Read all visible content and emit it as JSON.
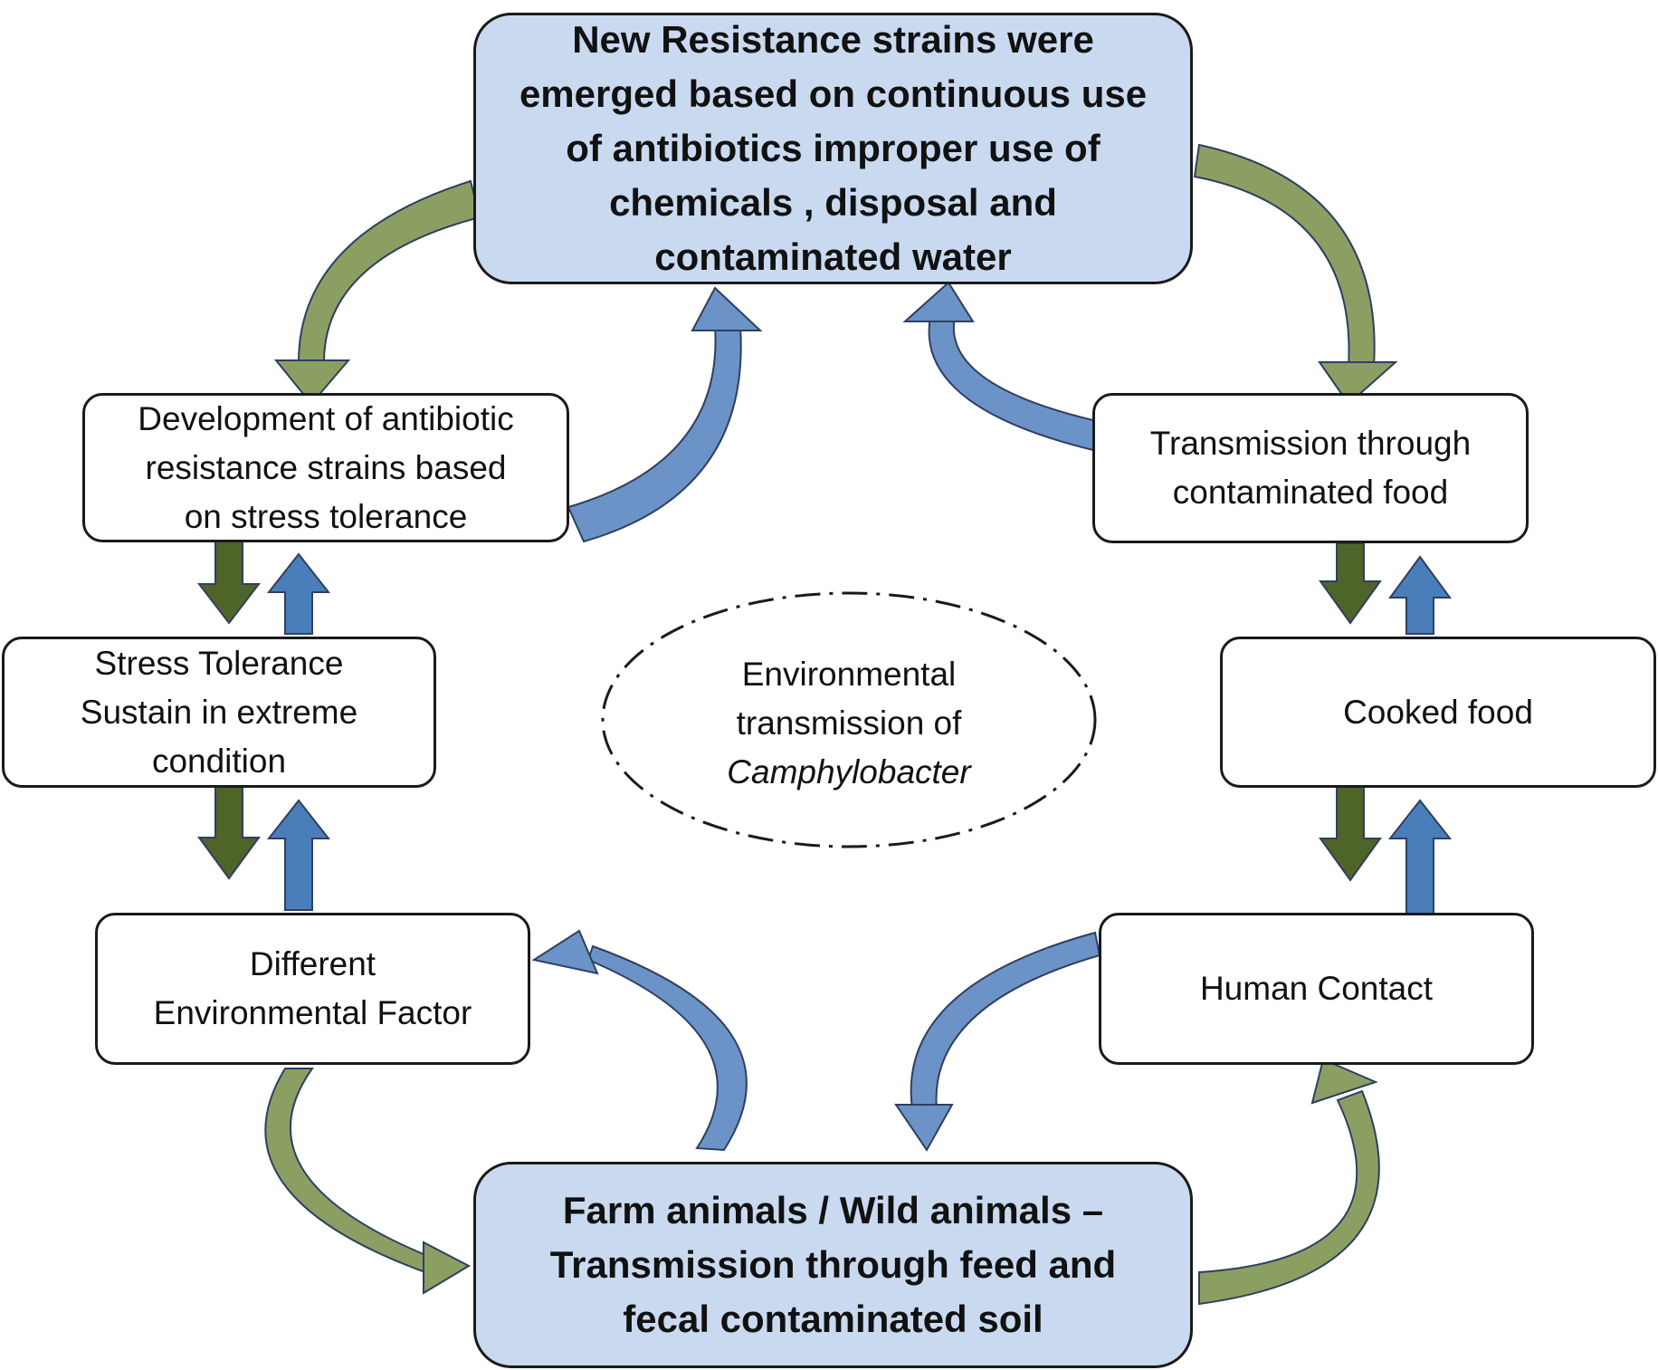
{
  "colors": {
    "main_fill": "#c9daf0",
    "curved_blue": "#6b93c7",
    "curved_olive": "#8c9f63",
    "down_arrow": "#4f6428",
    "up_arrow": "#4a7ebb"
  },
  "boxes": {
    "top": {
      "lines": [
        "New Resistance strains were",
        "emerged based on continuous use",
        "of antibiotics improper use of",
        "chemicals , disposal and",
        "contaminated water"
      ]
    },
    "bottom": {
      "lines": [
        "Farm animals / Wild animals –",
        "Transmission through feed and",
        "fecal contaminated soil"
      ]
    },
    "development": {
      "lines": [
        "Development of antibiotic",
        "resistance strains based",
        "on stress tolerance"
      ]
    },
    "stress": {
      "lines": [
        "Stress Tolerance",
        "Sustain in extreme",
        "condition"
      ]
    },
    "environmental_factor": {
      "lines": [
        "Different",
        "Environmental Factor"
      ]
    },
    "transmission_food": {
      "lines": [
        "Transmission through",
        "contaminated food"
      ]
    },
    "cooked": {
      "lines": [
        "Cooked food"
      ]
    },
    "human": {
      "lines": [
        "Human Contact"
      ]
    }
  },
  "center": {
    "line1": "Environmental",
    "line2": "transmission of",
    "line3": "Camphylobacter"
  }
}
